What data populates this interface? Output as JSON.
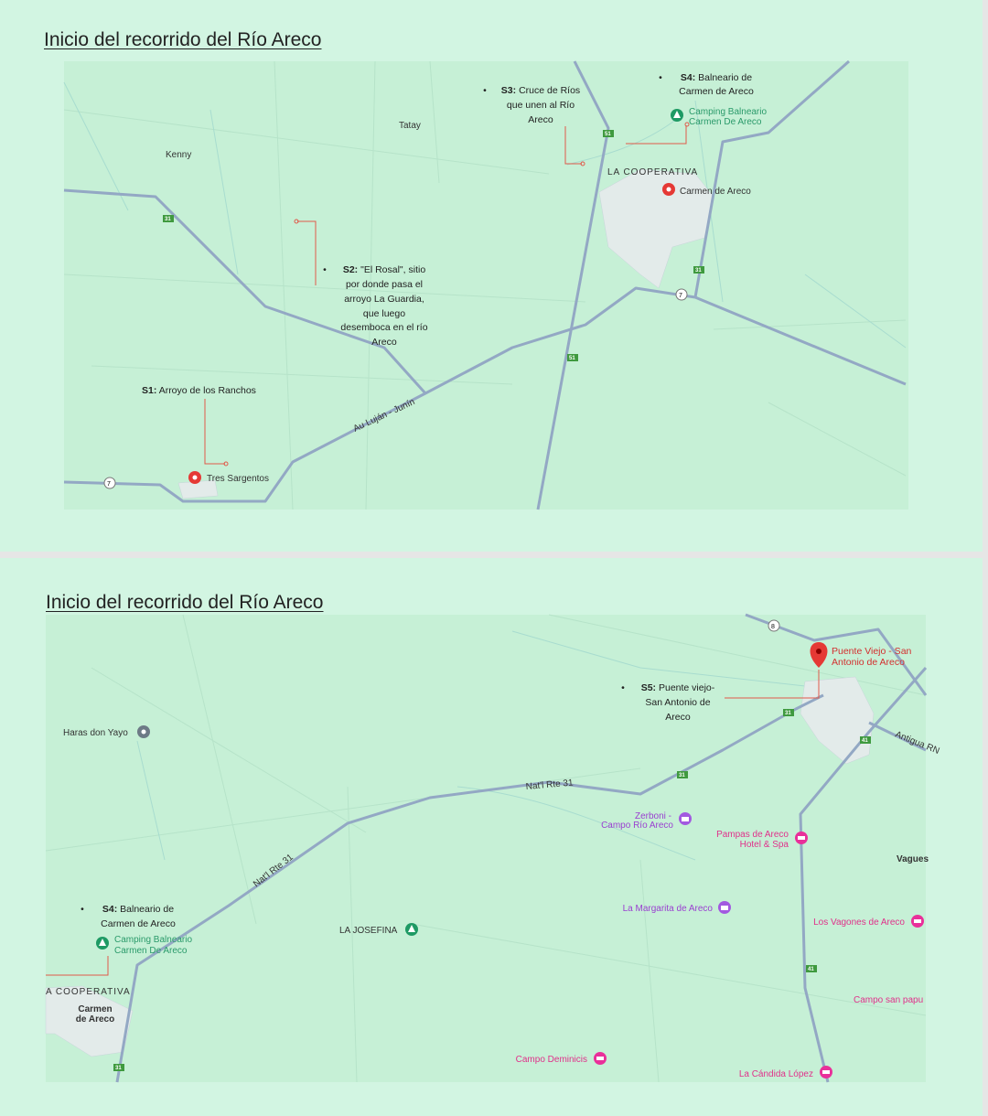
{
  "panels": [
    {
      "title": "Inicio del recorrido del Río Areco",
      "annotations": {
        "s1": {
          "code": "S1:",
          "text": "Arroyo de los Ranchos"
        },
        "s2": {
          "code": "S2:",
          "lines": [
            "\"El Rosal\", sitio",
            "por donde pasa el",
            "arroyo La Guardia,",
            "que luego",
            "desemboca en el río",
            "Areco"
          ]
        },
        "s3": {
          "code": "S3:",
          "lines": [
            "Cruce de Ríos",
            "que unen al Río",
            "Areco"
          ]
        },
        "s4": {
          "code": "S4:",
          "lines": [
            "Balneario de",
            "Carmen de Areco"
          ]
        }
      },
      "places": {
        "kenny": "Kenny",
        "tatay": "Tatay",
        "cooperativa": "LA COOPERATIVA",
        "carmen": "Carmen de Areco",
        "tres": "Tres Sargentos",
        "camping1": "Camping Balneario",
        "camping2": "Carmen De Areco",
        "road_label": "Au Luján - Junín"
      },
      "shields": {
        "r31": "31",
        "r51": "51",
        "r7": "7"
      }
    },
    {
      "title": "Inicio del recorrido del Río Areco",
      "annotations": {
        "s5": {
          "code": "S5:",
          "lines": [
            "Puente viejo-",
            "San Antonio de",
            "Areco"
          ]
        },
        "s4": {
          "code": "S4:",
          "lines": [
            "Balneario de",
            "Carmen de Areco"
          ]
        }
      },
      "places": {
        "haras": "Haras don Yayo",
        "puente1": "Puente Viejo - San",
        "puente2": "Antonio de Areco",
        "zerboni1": "Zerboni -",
        "zerboni2": "Campo Río Areco",
        "pampas1": "Pampas de Areco",
        "pampas2": "Hotel & Spa",
        "vagues": "Vagues",
        "margarita": "La Margarita de Areco",
        "vagones": "Los Vagones de Areco",
        "josefina": "LA JOSEFINA",
        "campo_san": "Campo san papu",
        "deminicis": "Campo Deminicis",
        "candida": "La Cándida López",
        "camping1": "Camping Balneario",
        "camping2": "Carmen De Areco",
        "cooperativa": "A COOPERATIVA",
        "carmen1": "Carmen",
        "carmen2": "de Areco",
        "rte31": "Nat'l Rte 31",
        "antigua": "Antigua RN"
      },
      "shields": {
        "r8": "8",
        "r31": "31",
        "r41": "41"
      }
    }
  ]
}
